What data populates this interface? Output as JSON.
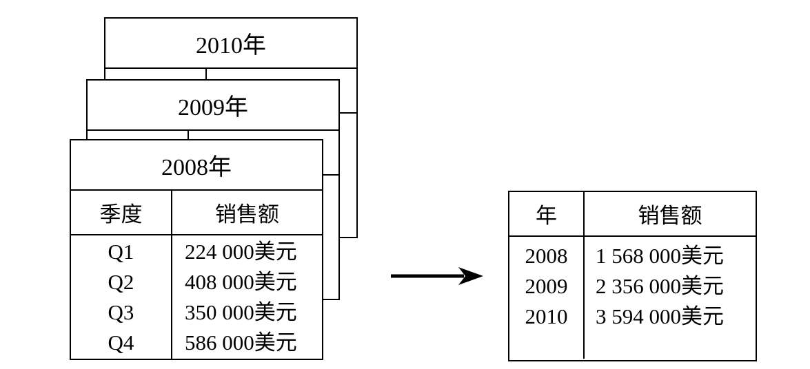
{
  "stack": [
    {
      "title": "2010年"
    },
    {
      "title": "2009年"
    }
  ],
  "front_table": {
    "title": "2008年",
    "columns": [
      "季度",
      "销售额"
    ],
    "rows": [
      [
        "Q1",
        "224 000美元"
      ],
      [
        "Q2",
        "408 000美元"
      ],
      [
        "Q3",
        "350 000美元"
      ],
      [
        "Q4",
        "586 000美元"
      ]
    ]
  },
  "result_table": {
    "columns": [
      "年",
      "销售额"
    ],
    "rows": [
      [
        "2008",
        "1 568 000美元"
      ],
      [
        "2009",
        "2 356 000美元"
      ],
      [
        "2010",
        "3 594 000美元"
      ]
    ]
  },
  "arrow": {
    "direction": "right"
  },
  "colors": {
    "line": "#000000",
    "background": "#ffffff"
  }
}
